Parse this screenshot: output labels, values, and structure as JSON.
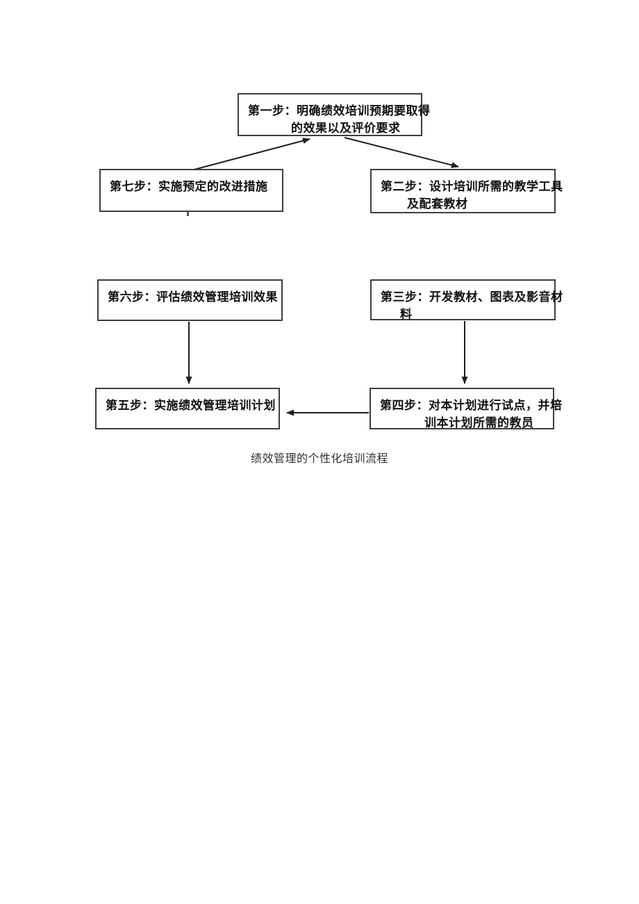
{
  "page": {
    "background": "#ffffff"
  },
  "flowchart": {
    "caption": "绩效管理的个性化培训流程",
    "steps": [
      {
        "name": "step-1",
        "lines": [
          "第一步：明确绩效培训预期要取得",
          "的效果以及评价要求"
        ]
      },
      {
        "name": "step-2",
        "lines": [
          "第二步：设计培训所需的教学工具",
          "及配套教材"
        ]
      },
      {
        "name": "step-3",
        "lines": [
          "第三步：开发教材、图表及影音材",
          "料"
        ]
      },
      {
        "name": "step-4",
        "lines": [
          "第四步：对本计划进行试点，并培",
          "训本计划所需的教员"
        ]
      },
      {
        "name": "step-5",
        "lines": [
          "第五步：实施绩效管理培训计划"
        ]
      },
      {
        "name": "step-6",
        "lines": [
          "第六步：评估绩效管理培训效果"
        ]
      },
      {
        "name": "step-7",
        "lines": [
          "第七步：实施预定的改进措施"
        ]
      }
    ],
    "arrows": [
      {
        "from": "step-7",
        "to": "step-1"
      },
      {
        "from": "step-1",
        "to": "step-2"
      },
      {
        "from": "step-3",
        "to": "step-4"
      },
      {
        "from": "step-6",
        "to": "step-5"
      },
      {
        "from": "step-4",
        "to": "step-5"
      }
    ],
    "colors": {
      "box_border": "#3d3d3d",
      "text": "#111111",
      "arrow": "#1f1f1f",
      "caption_text": "#2f2f2f"
    }
  }
}
